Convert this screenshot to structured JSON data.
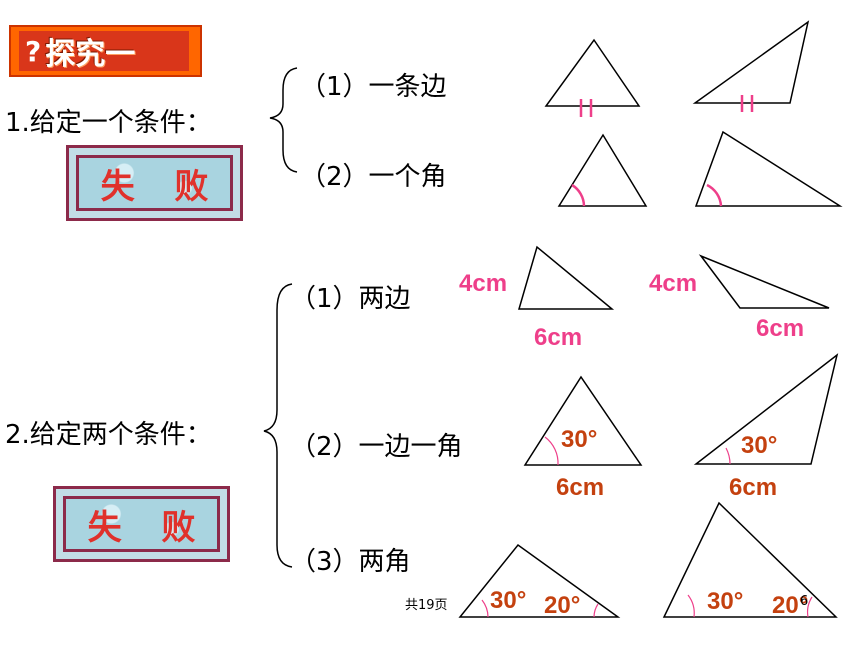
{
  "title": {
    "question_mark": "?",
    "text": "探究一"
  },
  "section1": {
    "heading": "1.给定一个条件：",
    "sub1": "（1）一条边",
    "sub2": "（2）一个角",
    "result": "失 败"
  },
  "section2": {
    "heading": "2.给定两个条件：",
    "sub1": "（1）两边",
    "sub2": "（2）一边一角",
    "sub3": "（3）两角",
    "result": "失 败"
  },
  "labels": {
    "side_4cm_a": "4cm",
    "side_6cm_a": "6cm",
    "side_4cm_b": "4cm",
    "side_6cm_b": "6cm",
    "angle_30_a": "30°",
    "side_6cm_c": "6cm",
    "angle_30_b": "30°",
    "side_6cm_d": "6cm",
    "angle_30_c": "30°",
    "angle_20_c": "20°",
    "angle_30_d": "30°",
    "angle_20_d": "20°"
  },
  "footer": {
    "page_total": "共19页",
    "page_number": "6"
  },
  "colors": {
    "pink": "#ee3f8a",
    "brown": "#c4410f",
    "title_bg": "#ff6600"
  }
}
